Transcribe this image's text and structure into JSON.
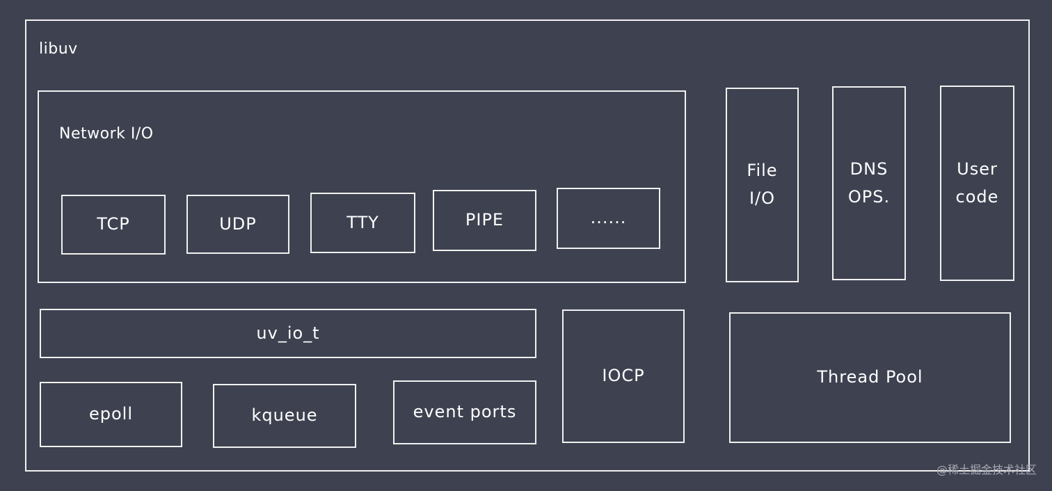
{
  "outer": {
    "title": "libuv"
  },
  "network": {
    "title": "Network I/O",
    "items": [
      {
        "label": "TCP"
      },
      {
        "label": "UDP"
      },
      {
        "label": "TTY"
      },
      {
        "label": "PIPE"
      },
      {
        "label": "......"
      }
    ]
  },
  "file_io": {
    "line1": "File",
    "line2": "I/O"
  },
  "dns": {
    "line1": "DNS",
    "line2": "OPS."
  },
  "user_code": {
    "line1": "User",
    "line2": "code"
  },
  "uv_io_t": {
    "label": "uv_io_t"
  },
  "backends": [
    {
      "label": "epoll"
    },
    {
      "label": "kqueue"
    },
    {
      "label": "event ports"
    }
  ],
  "iocp": {
    "label": "IOCP"
  },
  "thread_pool": {
    "label": "Thread Pool"
  },
  "watermark": {
    "text": "@稀土掘金技术社区"
  }
}
